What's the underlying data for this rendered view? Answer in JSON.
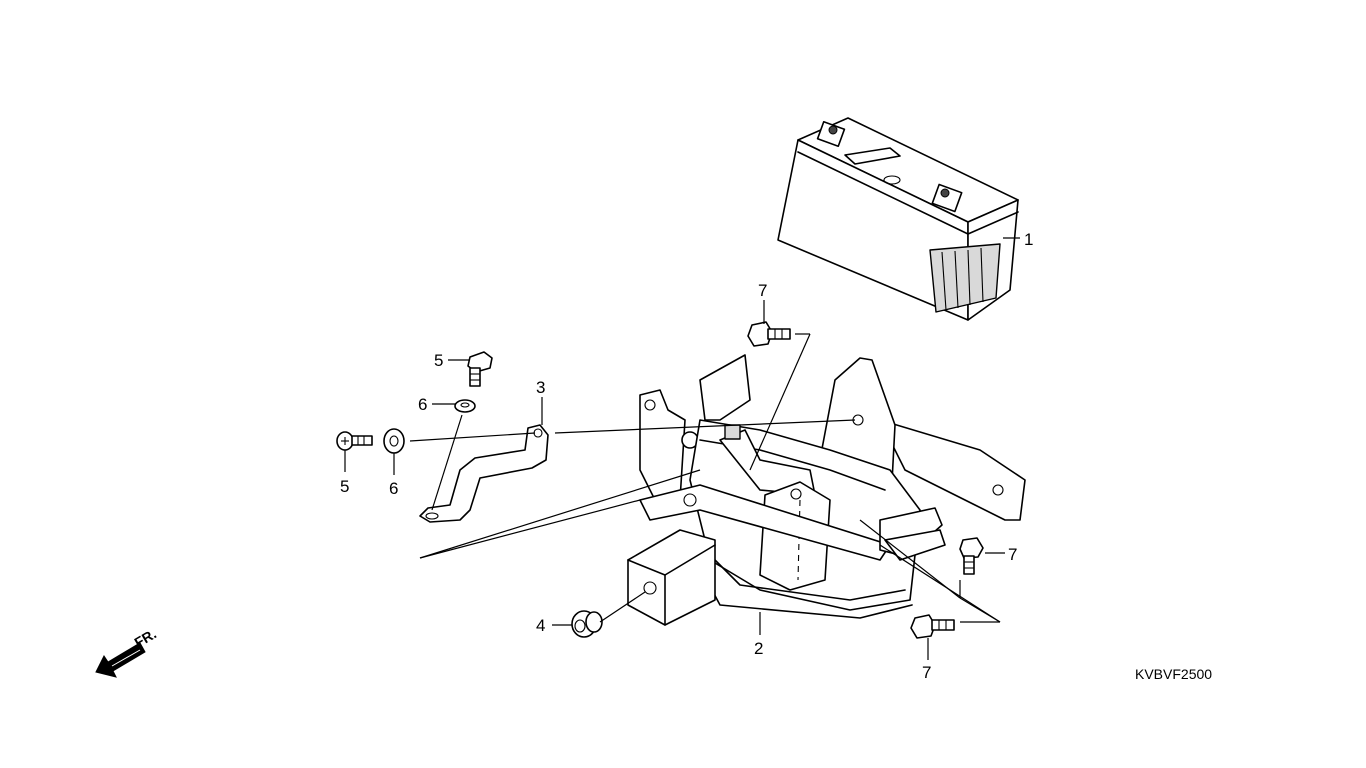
{
  "diagram": {
    "code": "KVBVF2500",
    "direction_label": "FR.",
    "callouts": {
      "c1": "1",
      "c2": "2",
      "c3": "3",
      "c4": "4",
      "c5a": "5",
      "c5b": "5",
      "c6a": "6",
      "c6b": "6",
      "c7a": "7",
      "c7b": "7",
      "c7c": "7"
    }
  }
}
